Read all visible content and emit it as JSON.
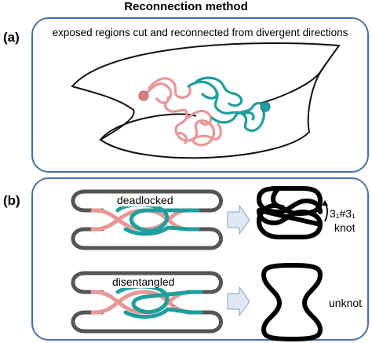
{
  "title": "Reconnection method",
  "panel_a": {
    "label": "(a)",
    "caption": "exposed regions cut and reconnected from divergent directions"
  },
  "panel_b": {
    "label": "(b)",
    "top_state": "deadlocked",
    "bottom_state": "disentangled",
    "top_result_line1": "3₁#3₁",
    "top_result_line2": "knot",
    "bottom_result": "unknot"
  },
  "colors": {
    "panel_border": "#4a6fa5",
    "pink_chain": "#e89696",
    "teal_chain": "#1f9e9e",
    "ring": "#555555",
    "arrow_fill": "#dfe8f5"
  }
}
